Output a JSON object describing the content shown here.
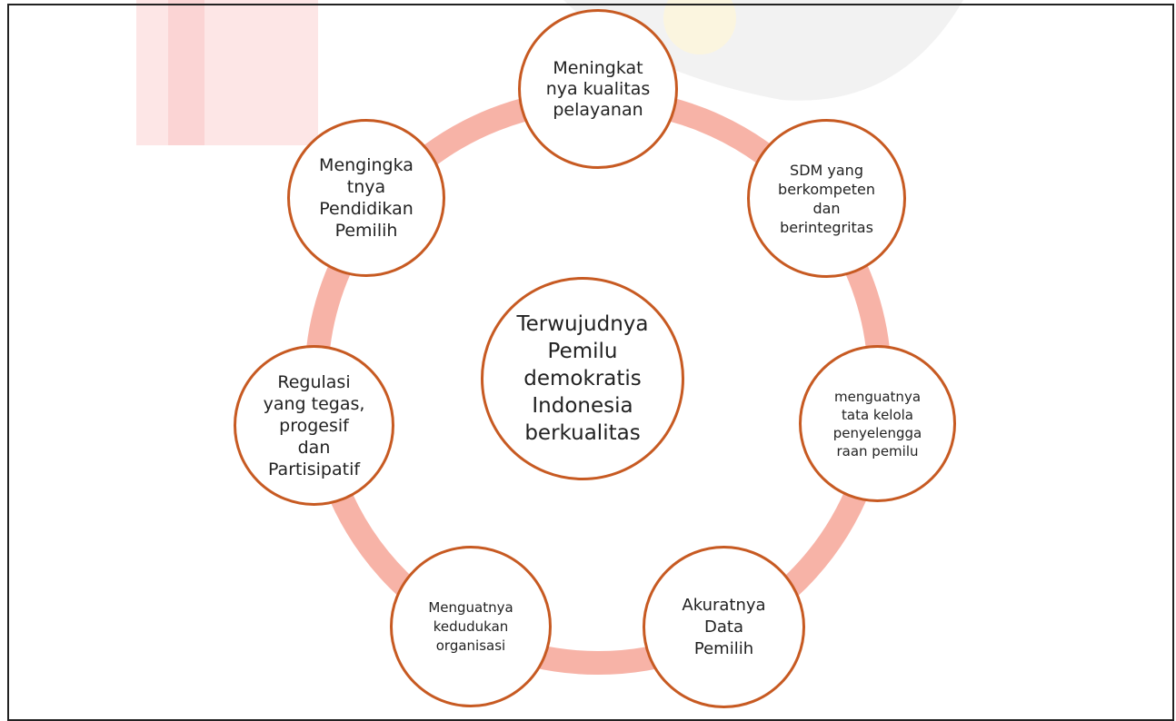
{
  "diagram": {
    "center": "Terwujudnya\nPemilu\ndemokratis\nIndonesia\nberkualitas",
    "nodes": [
      {
        "id": "top",
        "text": "Meningkat\nnya kualitas\npelayanan"
      },
      {
        "id": "sdm",
        "text": "SDM yang\nberkompeten\ndan\nberintegritas"
      },
      {
        "id": "tata",
        "text": "menguatnya\ntata kelola\npenyelengga\nraan pemilu"
      },
      {
        "id": "akurat",
        "text": "Akuratnya\nData\nPemilih"
      },
      {
        "id": "organ",
        "text": "Menguatnya\nkedudukan\norganisasi"
      },
      {
        "id": "regul",
        "text": "Regulasi\nyang tegas,\nprogesif\ndan\nPartisipatif"
      },
      {
        "id": "pendid",
        "text": "Mengingka\ntnya\nPendidikan\nPemilih"
      }
    ]
  },
  "colors": {
    "ring": "#f7b3a7",
    "node_border": "#c75a22",
    "node_fill": "#ffffff",
    "watermark_red": "#fde6e6"
  }
}
